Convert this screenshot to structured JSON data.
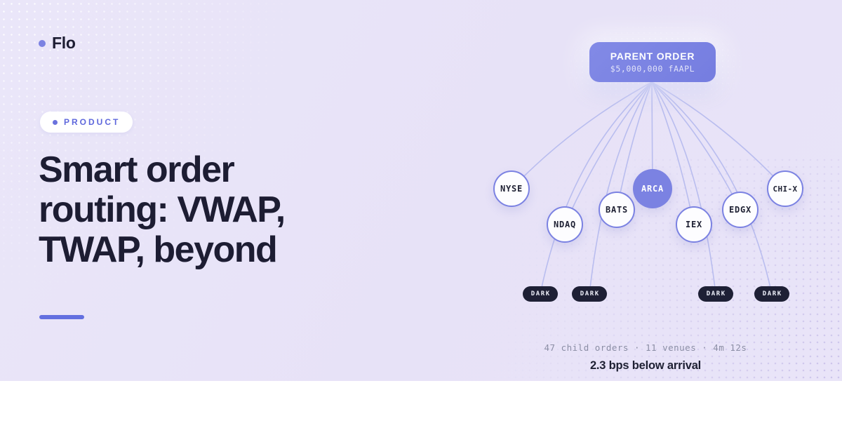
{
  "brand": {
    "name": "Flo"
  },
  "badge": {
    "label": "PRODUCT"
  },
  "headline": "Smart order routing: VWAP, TWAP, beyond",
  "diagram": {
    "parent": {
      "title": "PARENT ORDER",
      "subtitle": "$5,000,000 fAAPL"
    },
    "venues": [
      "NYSE",
      "NDAQ",
      "BATS",
      "ARCA",
      "IEX",
      "EDGX",
      "CHI-X"
    ],
    "highlighted_venue": "ARCA",
    "dark_pools": [
      "DARK",
      "DARK",
      "DARK",
      "DARK"
    ],
    "stats_summary": "47 child orders · 11 venues · 4m 12s",
    "stats_highlight": "2.3 bps below arrival"
  },
  "colors": {
    "accent": "#7b82e2",
    "background": "#e8e4f8",
    "ink": "#1d1d33",
    "connector_line": "#b6bbee",
    "dark_pool_pill": "#1e2035"
  }
}
